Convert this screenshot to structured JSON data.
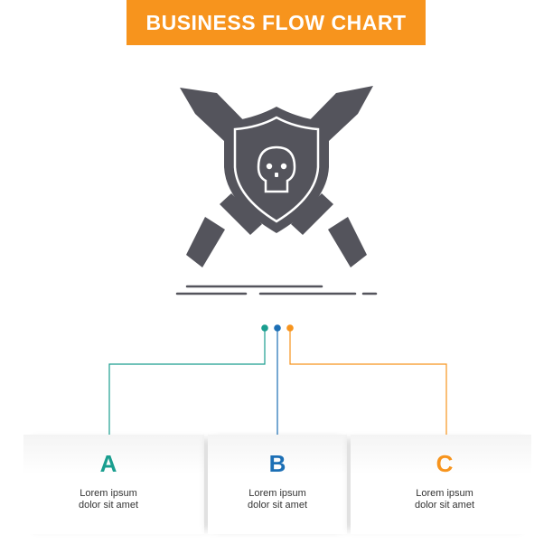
{
  "title": "BUSINESS FLOW CHART",
  "icon": "crossed-swords-shield-skull-icon",
  "colors": {
    "banner": "#f7941d",
    "icon": "#54545c",
    "step_a": "#1a9e8f",
    "step_b": "#1c6fb5",
    "step_c": "#f7941d"
  },
  "steps": [
    {
      "letter": "A",
      "line1": "Lorem ipsum",
      "line2": "dolor sit amet"
    },
    {
      "letter": "B",
      "line1": "Lorem ipsum",
      "line2": "dolor sit amet"
    },
    {
      "letter": "C",
      "line1": "Lorem ipsum",
      "line2": "dolor sit amet"
    }
  ]
}
